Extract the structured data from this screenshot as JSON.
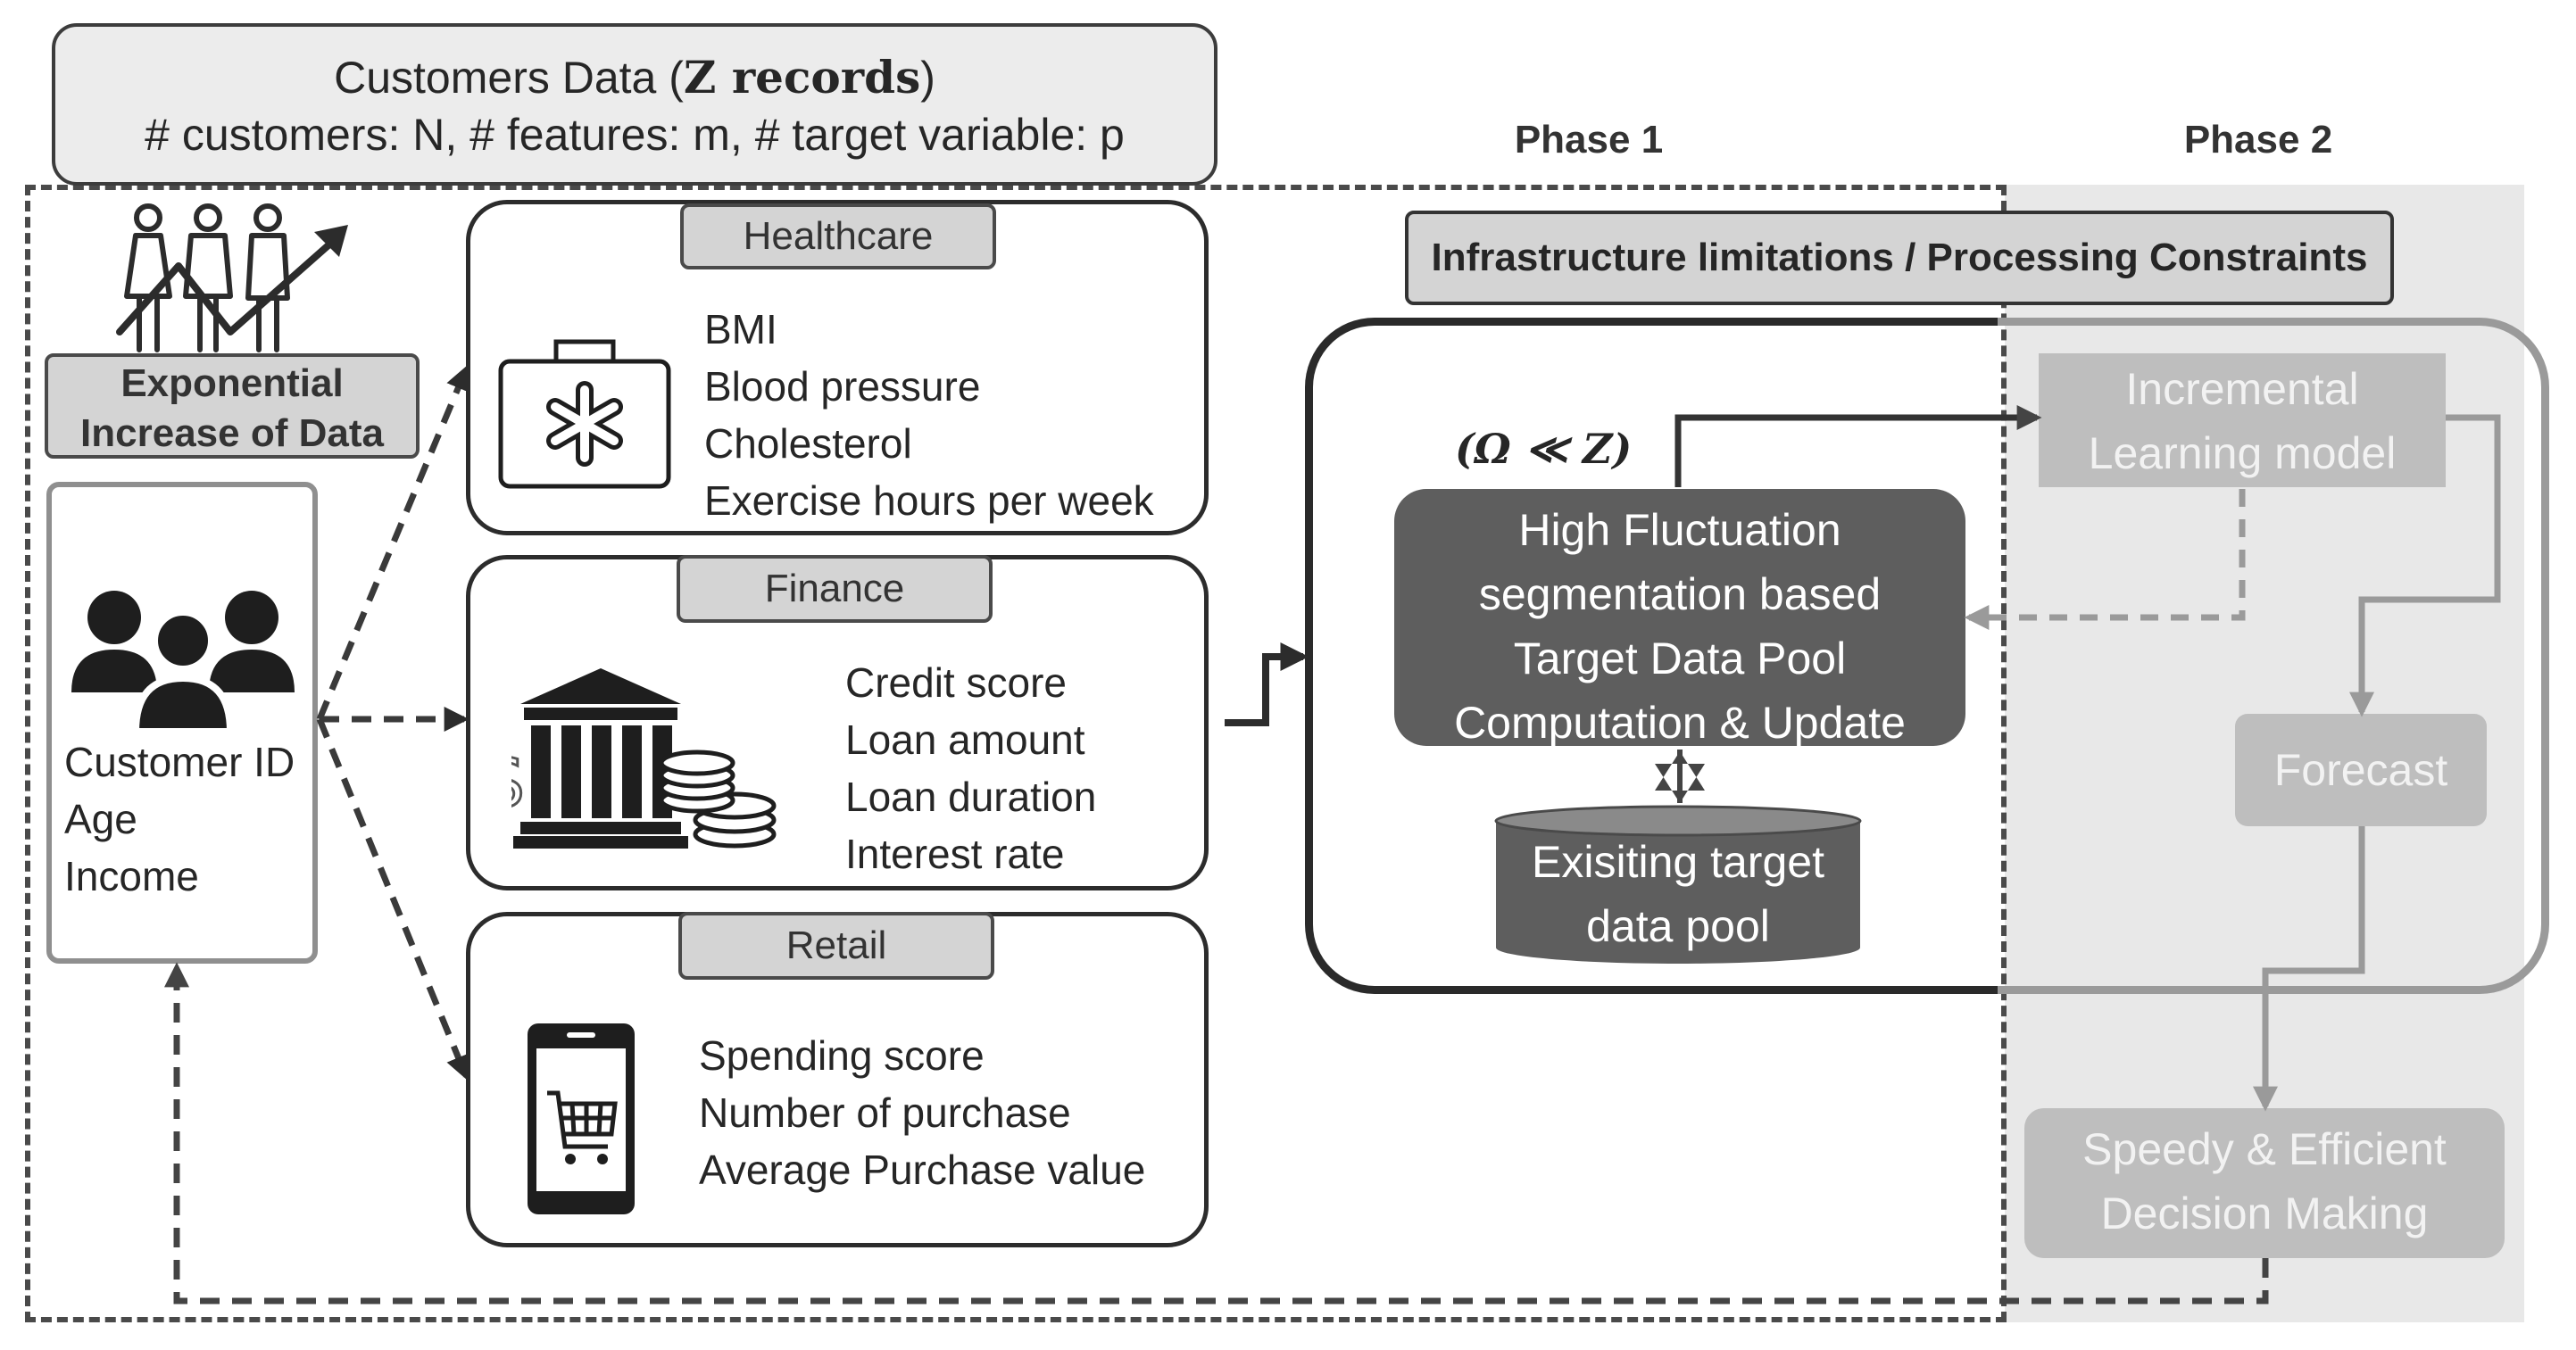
{
  "header": {
    "line1_prefix": "Customers Data (",
    "line1_bold": "Z records",
    "line1_suffix": ")",
    "line2": "# customers: N, # features: m, # target variable: p"
  },
  "phases": {
    "phase1": "Phase 1",
    "phase2": "Phase 2"
  },
  "growth": {
    "label_line1": "Exponential",
    "label_line2": "Increase of Data"
  },
  "customer": {
    "fields": [
      "Customer ID",
      "Age",
      "Income"
    ]
  },
  "categories": [
    {
      "name": "Healthcare",
      "attributes": [
        "BMI",
        "Blood pressure",
        "Cholesterol",
        "Exercise hours per week"
      ]
    },
    {
      "name": "Finance",
      "attributes": [
        "Credit score",
        "Loan amount",
        "Loan duration",
        "Interest rate"
      ]
    },
    {
      "name": "Retail",
      "attributes": [
        "Spending score",
        "Number of purchase",
        "Average Purchase value"
      ]
    }
  ],
  "infrastructure": {
    "label": "Infrastructure limitations / Processing Constraints"
  },
  "process": {
    "omega": "(Ω ≪ Z)",
    "lines": [
      "High Fluctuation",
      "segmentation based",
      "Target Data Pool",
      "Computation & Update"
    ]
  },
  "pool": {
    "lines": [
      "Exisiting target",
      "data pool"
    ]
  },
  "phase2": {
    "model": [
      "Incremental",
      "Learning model"
    ],
    "forecast": "Forecast",
    "decision": [
      "Speedy & Efficient",
      "Decision Making"
    ]
  },
  "colors": {
    "phase2_bg": "#e8e8e8",
    "dark_box": "#5e5e5e",
    "tag_fill": "#d4d4d4",
    "faded": "#bebebe"
  }
}
